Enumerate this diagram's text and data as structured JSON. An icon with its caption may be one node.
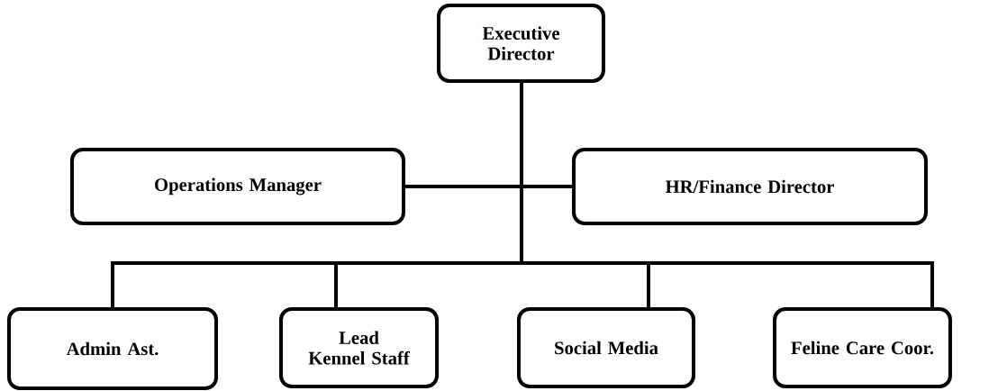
{
  "diagram": {
    "nodes": [
      {
        "text": [
          "Executive Director"
        ]
      },
      {
        "text": [
          "Operations Manager"
        ]
      },
      {
        "text": [
          "HR/Finance Director"
        ]
      },
      {
        "text": [
          "Admin Ast."
        ]
      },
      {
        "text": [
          "Lead Kennel Staff"
        ]
      },
      {
        "text": [
          "Social Media"
        ]
      },
      {
        "text": [
          "Feline Care Coor."
        ]
      }
    ],
    "edges": [
      {
        "from": 0,
        "to": 1,
        "arrow": "none"
      },
      {
        "from": 0,
        "to": 2,
        "arrow": "none"
      },
      {
        "from": 0,
        "to": 3,
        "arrow": "none"
      },
      {
        "from": 0,
        "to": 4,
        "arrow": "none"
      },
      {
        "from": 0,
        "to": 5,
        "arrow": "none"
      },
      {
        "from": 0,
        "to": 6,
        "arrow": "none"
      }
    ]
  }
}
